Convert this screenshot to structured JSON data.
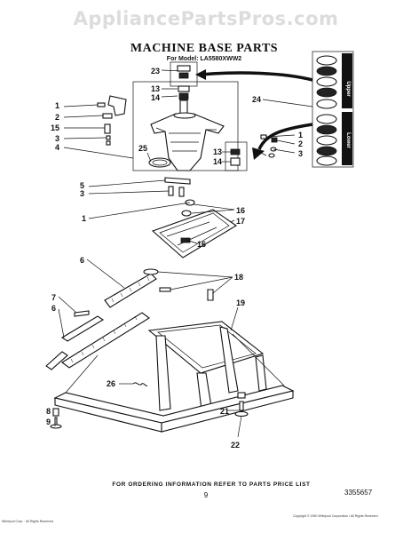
{
  "watermark": "AppliancePartsPros.com",
  "title": "MACHINE BASE PARTS",
  "model_line": "For Model: LA5580XWW2",
  "footer": {
    "note": "FOR ORDERING INFORMATION REFER TO PARTS PRICE LIST",
    "page_number": "9",
    "doc_number": "3355657",
    "copyright_right": "Copyright © 1990 Whirlpool Corporation / All Rights Reserved",
    "copyright_left": "Whirlpool Corp. · All Rights Reserved"
  },
  "inset": {
    "upper_label": "Upper",
    "lower_label": "Lower"
  },
  "callouts": {
    "c23": "23",
    "c13a": "13",
    "c14a": "14",
    "c24": "24",
    "c1a": "1",
    "c2a": "2",
    "c15": "15",
    "c3a": "3",
    "c4": "4",
    "c25": "25",
    "c13b": "13",
    "c14b": "14",
    "c1b": "1",
    "c2b": "2",
    "c3b": "3",
    "c5": "5",
    "c3c": "3",
    "c1c": "1",
    "c16a": "16",
    "c17": "17",
    "c16b": "16",
    "c18": "18",
    "c6a": "6",
    "c7": "7",
    "c6b": "6",
    "c19": "19",
    "c26": "26",
    "c8": "8",
    "c9": "9",
    "c21": "21",
    "c22": "22"
  }
}
